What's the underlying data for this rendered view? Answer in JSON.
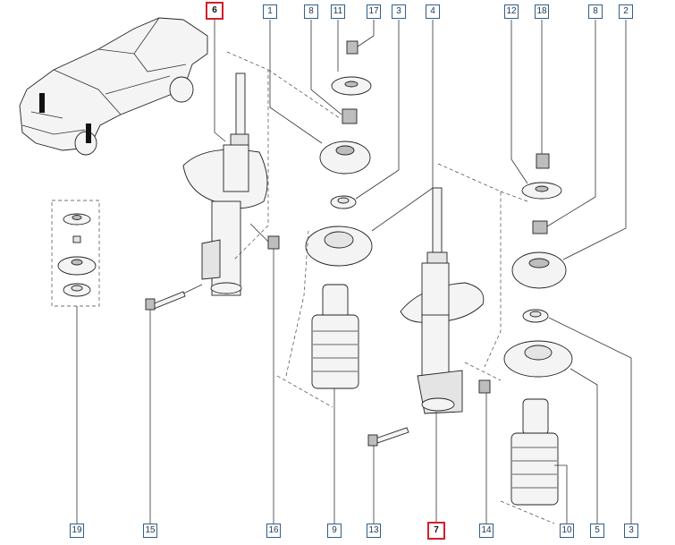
{
  "callouts": {
    "c6": "6",
    "c1": "1",
    "c8a": "8",
    "c11": "11",
    "c17": "17",
    "c3a": "3",
    "c4": "4",
    "c12": "12",
    "c18": "18",
    "c8b": "8",
    "c2": "2",
    "c19": "19",
    "c15": "15",
    "c16": "16",
    "c9": "9",
    "c13": "13",
    "c7": "7",
    "c14": "14",
    "c10": "10",
    "c5": "5",
    "c3b": "3"
  },
  "highlight_color": "#d41f2a",
  "callout_border_color": "#2f5f8a"
}
